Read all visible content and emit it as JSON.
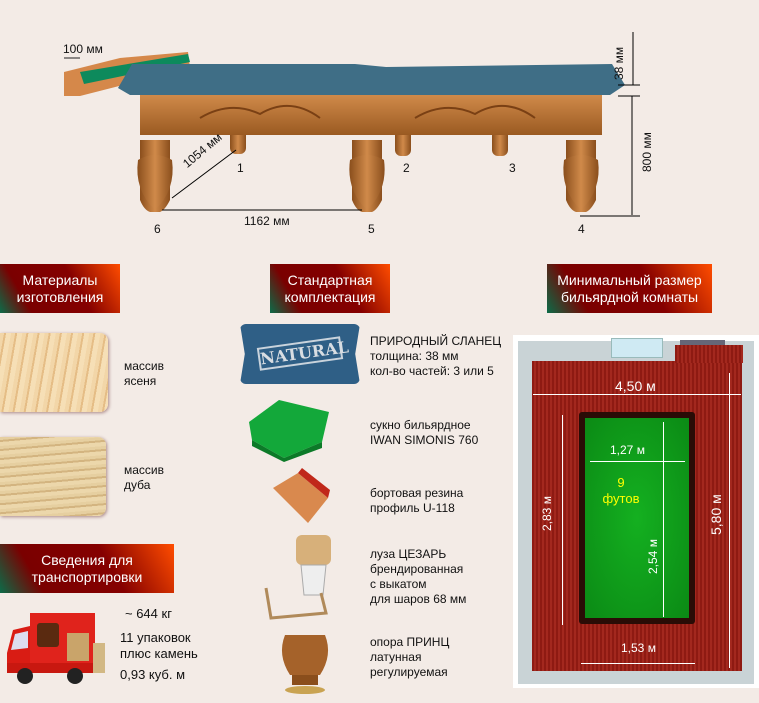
{
  "table_diagram": {
    "cushion_width": "100 мм",
    "slate_thickness": "38 мм",
    "height": "800 мм",
    "diagonal": "1054 мм",
    "leg_spacing": "1162 мм",
    "leg_numbers": [
      "1",
      "2",
      "3",
      "4",
      "5",
      "6"
    ]
  },
  "sections": {
    "materials": {
      "title": "Материалы изготовления",
      "items": [
        {
          "label": "массив ясеня"
        },
        {
          "label": "массив дуба"
        }
      ]
    },
    "standard": {
      "title": "Стандартная комплектация",
      "items": [
        {
          "icon": "slate-icon",
          "badge": "NATURAL",
          "lines": [
            "ПРИРОДНЫЙ СЛАНЕЦ",
            "толщина: 38 мм",
            "кол-во частей: 3 или 5"
          ]
        },
        {
          "icon": "cloth-icon",
          "lines": [
            "сукно бильярдное",
            "IWAN SIMONIS 760"
          ]
        },
        {
          "icon": "rubber-icon",
          "lines": [
            "бортовая резина",
            "профиль U-118"
          ]
        },
        {
          "icon": "pocket-icon",
          "lines": [
            "луза ЦЕЗАРЬ",
            "брендированная",
            "с выкатом",
            "для шаров 68 мм"
          ]
        },
        {
          "icon": "leg-icon",
          "lines": [
            "опора ПРИНЦ",
            "латунная",
            "регулируемая"
          ]
        }
      ]
    },
    "room": {
      "title": "Минимальный размер бильярдной комнаты",
      "room_width": "4,50 м",
      "room_length": "5,80 м",
      "zone_length": "2,83 м",
      "zone_width": "1,53 м",
      "play_width": "1,27 м",
      "play_length": "2,54 м",
      "size_number": "9",
      "size_unit": "футов"
    },
    "transport": {
      "title": "Сведения для транспортировки",
      "weight": "~ 644 кг",
      "packages_1": "11 упаковок",
      "packages_2": "плюс камень",
      "volume": "0,93 куб. м"
    }
  },
  "colors": {
    "header_red": "#850000",
    "header_orange": "#ff4d00",
    "header_green": "#0b6b48",
    "carpet": "#8e1a12",
    "felt": "#11a11a",
    "size_text": "#ffff00"
  }
}
